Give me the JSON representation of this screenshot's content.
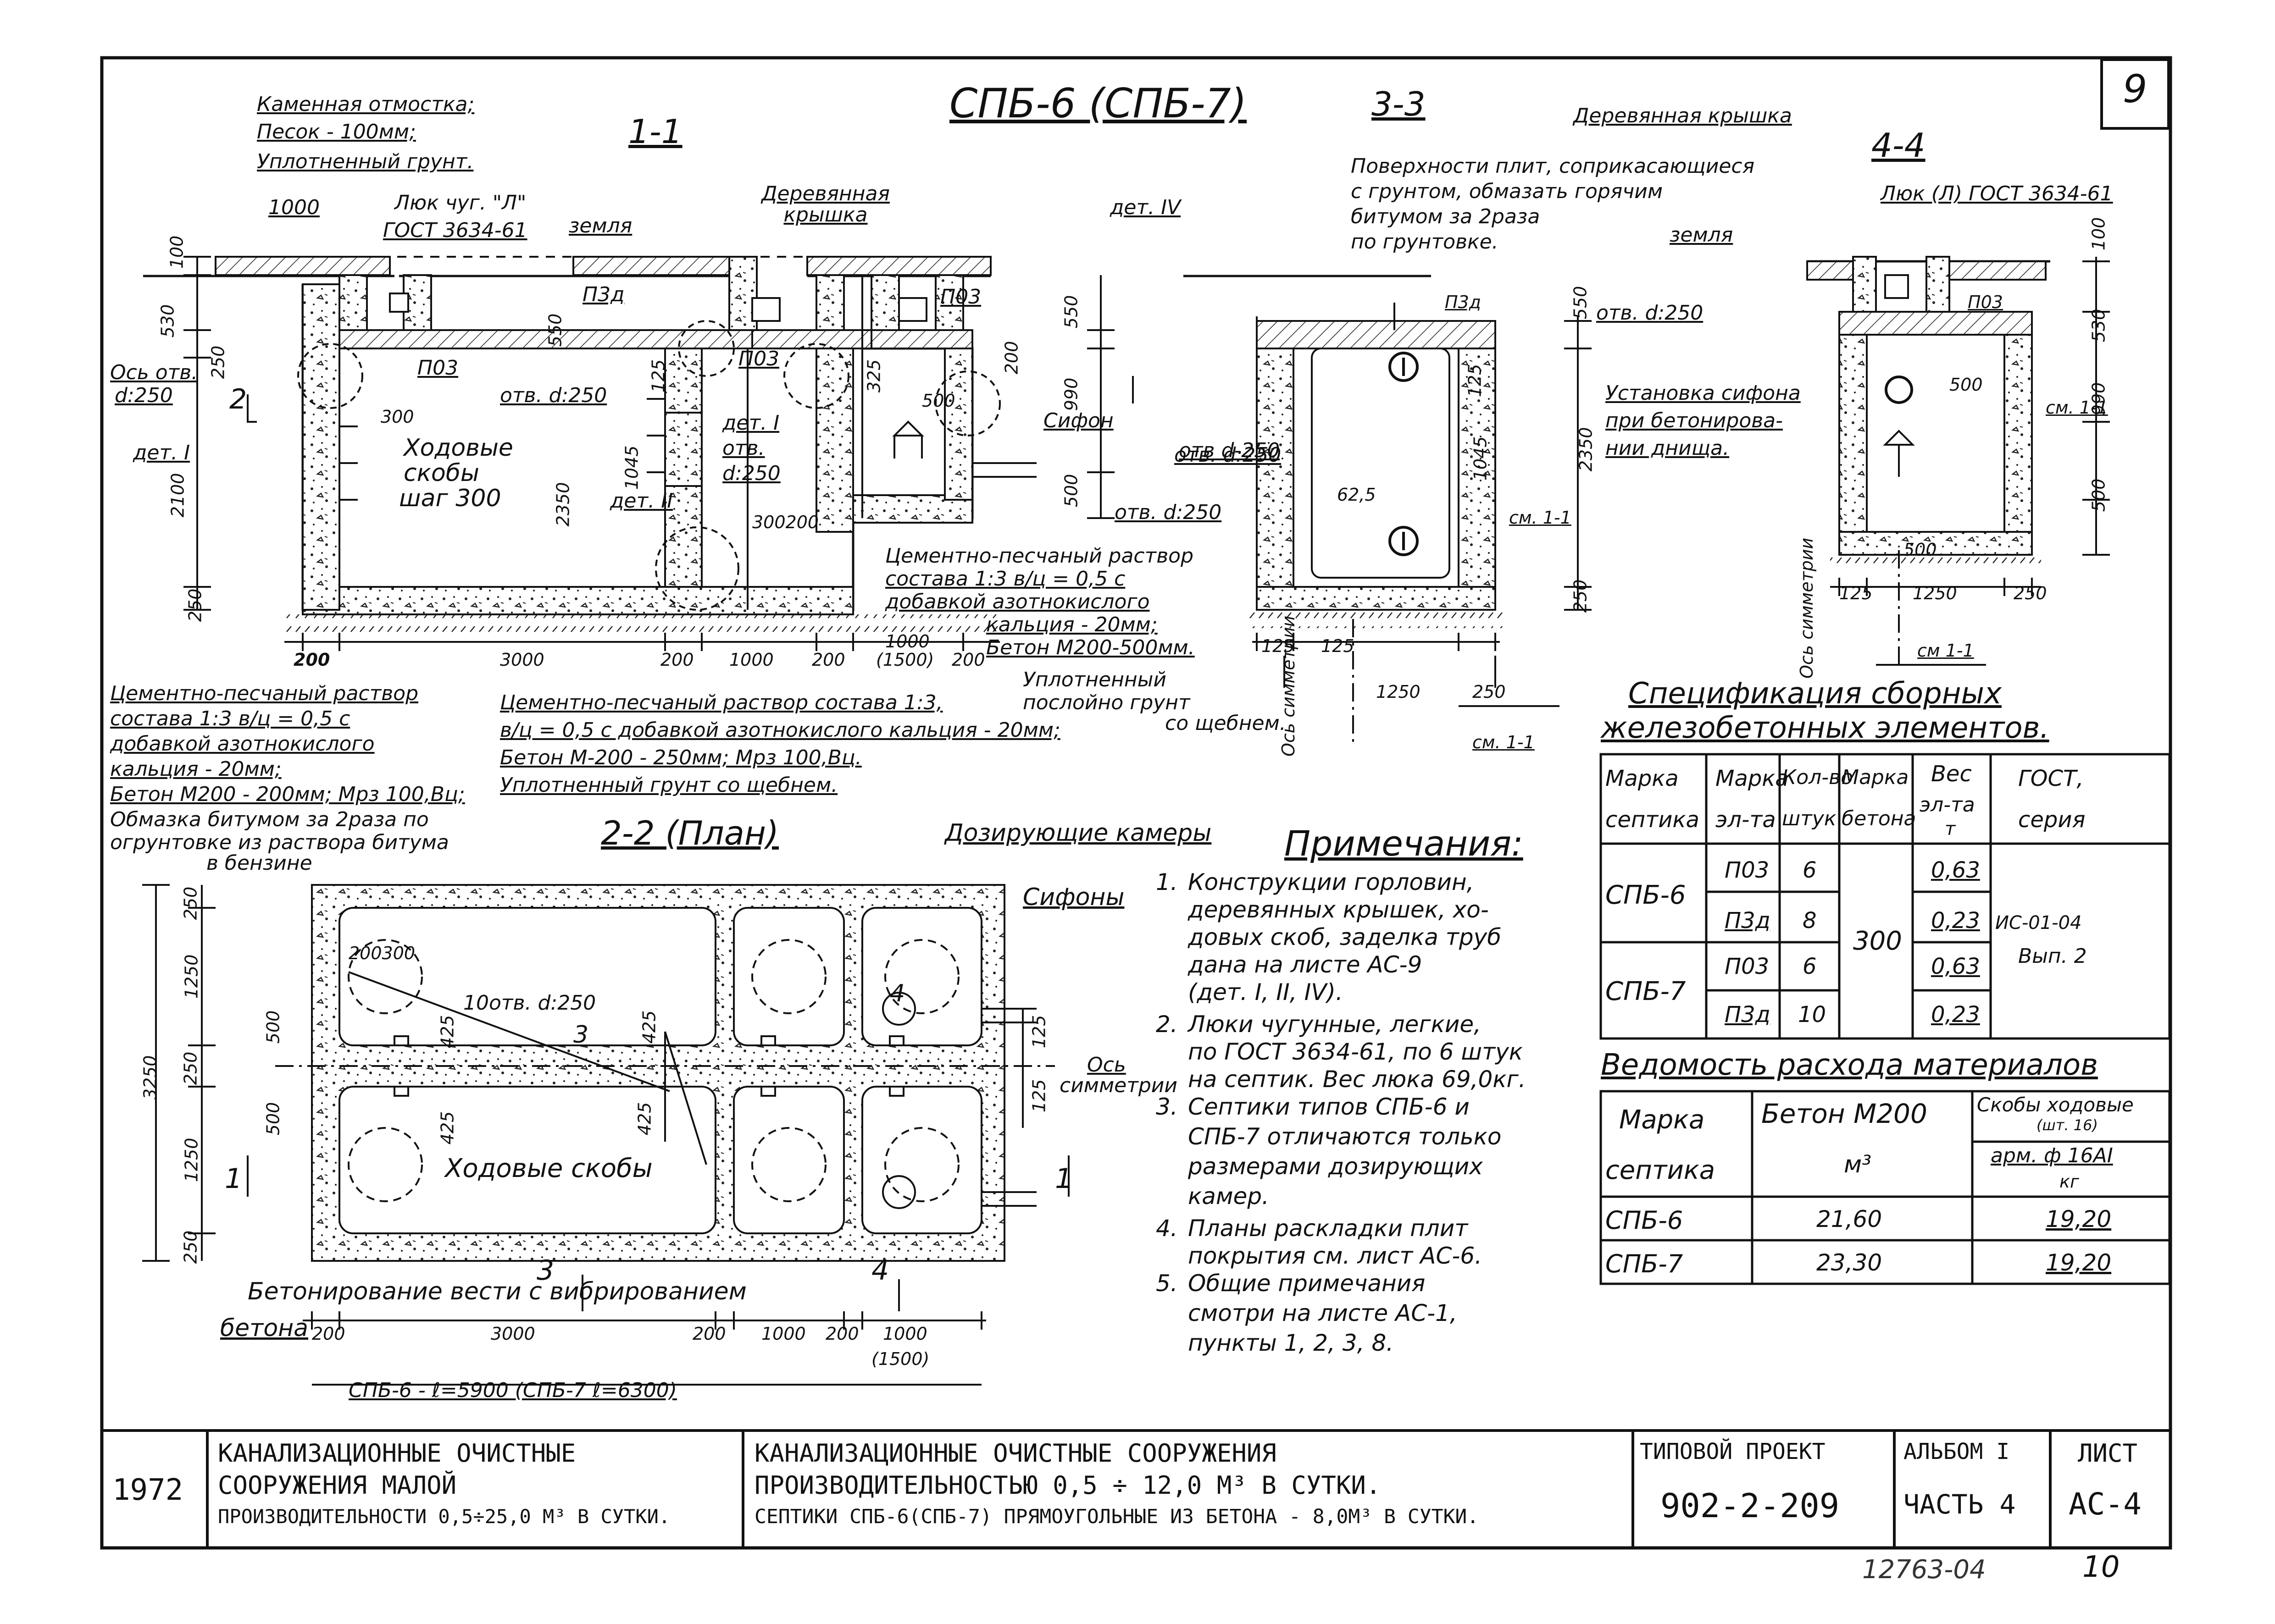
{
  "sheet_number": "9",
  "title_top": "СПБ-6 (СПБ-7)",
  "sections": {
    "s11": "1-1",
    "s22": "2-2 (План)",
    "s33": "3-3",
    "s44": "4-4"
  },
  "labels_11": {
    "layers": [
      "Каменная отмостка;",
      "Песок - 100мм;",
      "Уплотненный грунт."
    ],
    "d1000": "1000",
    "hatch": "Люк чуг. \"Л\"",
    "hatch_gost": "ГОСТ 3634-61",
    "ground": "земля",
    "wood_lid": "Деревянная крышка",
    "det4": "дет. IV",
    "p3d": "П3д",
    "p03a": "П03",
    "p03b": "П03",
    "p03c": "П03",
    "p03d": "П03",
    "d550a": "550",
    "d125": "125",
    "d200": "200",
    "d550b": "550",
    "d990": "990",
    "d500r": "500",
    "axis_hole": "Ось отв.",
    "axis_hole_d": "d:250",
    "sec2": "2",
    "det1": "дет. I",
    "d300": "300",
    "steps": "Ходовые",
    "steps2": "скобы",
    "steps3": "шаг 300",
    "hole250": "отв. d:250",
    "d1045": "1045",
    "det1b": "дет. I",
    "hole250b": "отв.",
    "hole250c": "d:250",
    "d325": "325",
    "d500b": "500",
    "siphon": "Сифон",
    "det2": "дет. II",
    "d300200": "300200",
    "d2350": "2350",
    "d2100": "2100",
    "d250a": "250",
    "d250b": "250",
    "d530": "530",
    "d100": "100",
    "hole250r": "отв. d:250",
    "hole250r2": "отв. d:250",
    "mortar_r": [
      "Цементно-песчаный раствор",
      "состава 1:3 в/ц = 0,5 с",
      "добавкой азотнокислого",
      "кальция - 20мм;",
      "Бетон М200-500мм."
    ],
    "compacted_r": [
      "Уплотненный",
      "послойно грунт",
      "со щебнем."
    ],
    "dims_bottom": [
      "200",
      "3000",
      "200",
      "1000",
      "200",
      "1000",
      "(1500)",
      "200"
    ],
    "mortar_l": [
      "Цементно-песчаный раствор",
      "состава 1:3  в/ц = 0,5 с",
      "добавкой азотнокислого",
      "кальция - 20мм;",
      "Бетон М200 - 200мм; Мрз 100,Вц;",
      "Обмазка битумом за 2раза по",
      "огрунтовке из раствора битума",
      "в бензине"
    ],
    "mortar_c": [
      "Цементно-песчаный раствор состава 1:3,",
      "в/ц = 0,5 с добавкой азотнокислого кальция - 20мм;",
      "Бетон М-200 - 250мм;  Мрз 100,Вц.",
      "Уплотненный грунт со щебнем."
    ]
  },
  "labels_33": {
    "note": [
      "Поверхности плит, соприкасающиеся",
      "с грунтом, обмазать горячим",
      "битумом за 2раза",
      "по грунтовке."
    ],
    "p3d": "П3д",
    "d550": "550",
    "d125": "125",
    "d2350": "2350",
    "d1045": "1045",
    "d625": "62,5",
    "hole": "отв d-250",
    "sm": "см. 1-1",
    "d250": "250",
    "d125b": "125",
    "d125c": "125",
    "d1250": "1250",
    "d250b": "250",
    "axis": "Ось симметрии",
    "sm2": "см. 1-1"
  },
  "labels_44": {
    "wood_lid": "Деревянная крышка",
    "hatch": "Люк (Л) ГОСТ 3634-61",
    "ground": "земля",
    "hole": "отв. d:250",
    "p03": "П03",
    "siphon": [
      "Установка сифона",
      "при бетонирова-",
      "нии днища."
    ],
    "d500": "500",
    "sm": "см. 1-1",
    "dims": [
      "100",
      "530",
      "990",
      "500"
    ],
    "bottom_dims": [
      "500",
      "125",
      "1250",
      "250"
    ],
    "sm2": "см 1-1",
    "axis": "Ось симметрии"
  },
  "labels_22": {
    "dosing": "Дозирующие камеры",
    "siphons": "Сифоны",
    "d250a": "250",
    "d1250a": "1250",
    "d250b": "250",
    "d1250b": "1250",
    "d250c": "250",
    "d3250": "3250",
    "d500a": "500",
    "d500b": "500",
    "d200300": "200300",
    "holes": "10отв. d:250",
    "d425a": "425",
    "d425b": "425",
    "d425c": "425",
    "d425d": "425",
    "d125a": "125",
    "d125b": "125",
    "axis": "Ось",
    "axis2": "симметрии",
    "steps": "Ходовые скобы",
    "concreting": "Бетонирование вести с вибрированием",
    "concreting2": "бетона",
    "s1": "1",
    "s1b": "1",
    "s3": "3",
    "s3b": "3",
    "s4": "4",
    "s4b": "4",
    "dims_bottom": [
      "200",
      "3000",
      "200",
      "1000",
      "200",
      "1000",
      "(1500)"
    ],
    "overall": "СПБ-6 - ℓ=5900   (СПБ-7   ℓ=6300)"
  },
  "notes": {
    "title": "Примечания:",
    "items": [
      [
        "1.",
        "Конструкции горловин,",
        "деревянных крышек, хо-",
        "довых скоб, заделка труб",
        "дана на листе АС-9",
        "(дет. I, II, IV)."
      ],
      [
        "2.",
        "Люки чугунные, легкие,",
        "по ГОСТ 3634-61, по 6 штук",
        "на септик. Вес люка 69,0кг."
      ],
      [
        "3.",
        "Септики типов СПБ-6 и",
        "СПБ-7 отличаются только",
        "размерами дозирующих",
        "камер."
      ],
      [
        "4.",
        "Планы раскладки плит",
        "покрытия см. лист АС-6."
      ],
      [
        "5.",
        "Общие примечания",
        "смотри на листе АС-1,",
        "пункты 1, 2, 3, 8."
      ]
    ]
  },
  "spec": {
    "title1": "Спецификация сборных",
    "title2": "железобетонных элементов.",
    "headers": [
      [
        "Марка",
        "септика"
      ],
      [
        "Марка",
        "эл-та"
      ],
      [
        "Кол-во",
        "штук"
      ],
      [
        "Марка",
        "бетона"
      ],
      [
        "Вес",
        "эл-та",
        "т"
      ],
      [
        "ГОСТ,",
        "серия"
      ]
    ],
    "rows": [
      {
        "septic": "СПБ-6",
        "el1": "П03",
        "n1": "6",
        "w1": "0,63",
        "el2": "П3д",
        "n2": "8",
        "w2": "0,23"
      },
      {
        "septic": "СПБ-7",
        "el1": "П03",
        "n1": "6",
        "w1": "0,63",
        "el2": "П3д",
        "n2": "10",
        "w2": "0,23"
      }
    ],
    "concrete": "300",
    "gost": [
      "ИС-01-04",
      "Вып. 2"
    ]
  },
  "materials": {
    "title": "Ведомость расхода материалов",
    "h_mark": "Марка",
    "h_mark2": "септика",
    "h_concrete": "Бетон М200",
    "h_unit": "м³",
    "h_steps": "Скобы ходовые",
    "h_steps2": "(шт. 16)",
    "h_arm": "арм. ф 16АI",
    "h_kg": "кг",
    "rows": [
      {
        "mark": "СПБ-6",
        "concrete": "21,60",
        "steps": "19,20"
      },
      {
        "mark": "СПБ-7",
        "concrete": "23,30",
        "steps": "19,20"
      }
    ]
  },
  "title_block": {
    "year": "1972",
    "left": [
      "КАНАЛИЗАЦИОННЫЕ ОЧИСТНЫЕ",
      "СООРУЖЕНИЯ МАЛОЙ",
      "ПРОИЗВОДИТЕЛЬНОСТИ 0,5÷25,0 М³ В СУТКИ."
    ],
    "mid": [
      "КАНАЛИЗАЦИОННЫЕ ОЧИСТНЫЕ СООРУЖЕНИЯ",
      "ПРОИЗВОДИТЕЛЬНОСТЬЮ 0,5 ÷ 12,0 М³ В СУТКИ.",
      "СЕПТИКИ СПБ-6(СПБ-7) ПРЯМОУГОЛЬНЫЕ ИЗ БЕТОНА - 8,0М³ В СУТКИ."
    ],
    "type_label": "ТИПОВОЙ ПРОЕКТ",
    "type_value": "902-2-209",
    "album_label": "АЛЬБОМ I",
    "album_value": "ЧАСТЬ 4",
    "sheet_label": "ЛИСТ",
    "sheet_value": "АС-4"
  },
  "footer": {
    "code": "12763-04",
    "page": "10"
  }
}
